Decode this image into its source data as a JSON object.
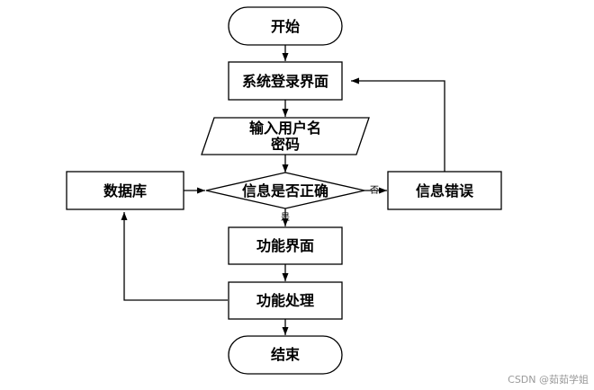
{
  "flowchart": {
    "start": "开始",
    "login": "系统登录界面",
    "input_line1": "输入用户名",
    "input_line2": "密码",
    "decision": "信息是否正确",
    "database": "数据库",
    "error": "信息错误",
    "function_ui": "功能界面",
    "process": "功能处理",
    "end": "结束",
    "label_no": "否",
    "label_yes": "是"
  },
  "watermark": "CSDN @茹茹学姐"
}
